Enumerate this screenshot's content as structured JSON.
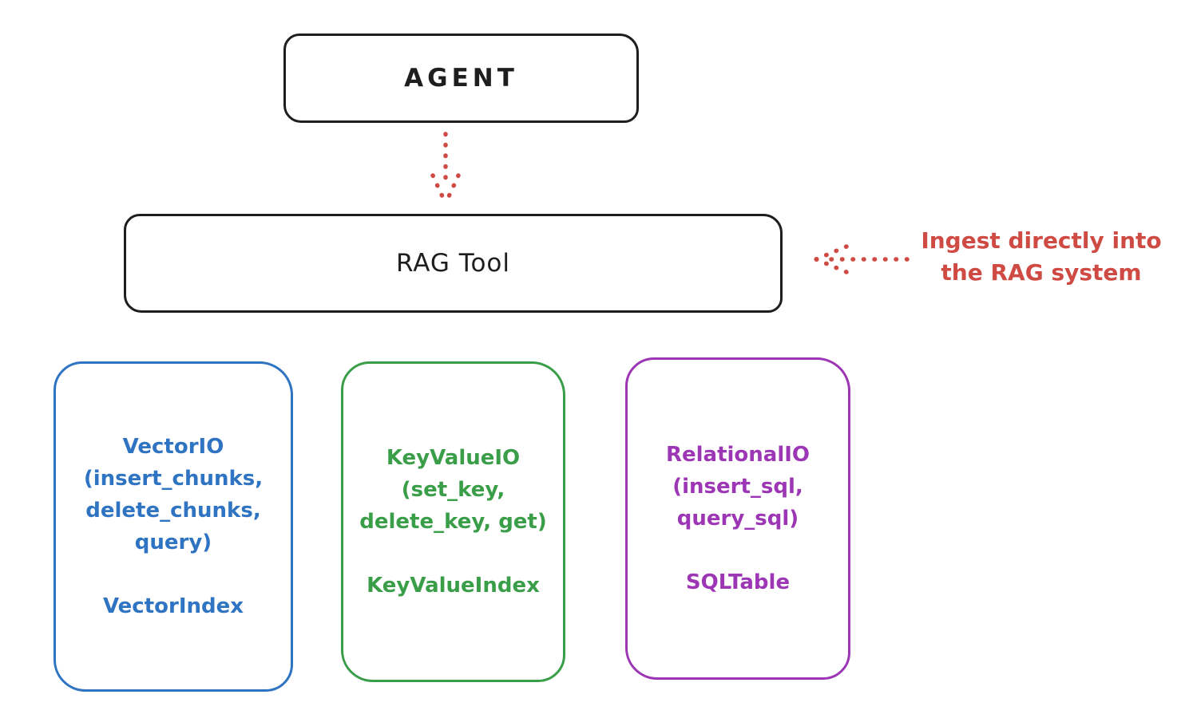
{
  "colors": {
    "black": "#1e1e1e",
    "red": "#d04a44",
    "blue": "#2f74c2",
    "green": "#3a9e49",
    "purple": "#9c36b5",
    "background": "#ffffff"
  },
  "nodes": {
    "agent": {
      "label": "AGENT"
    },
    "rag_tool": {
      "label": "RAG Tool"
    },
    "stores": [
      {
        "id": "vector-io",
        "color": "#2f74c2",
        "lines": [
          "VectorIO",
          "(insert_chunks,",
          "delete_chunks,",
          "query)"
        ],
        "index_label": "VectorIndex"
      },
      {
        "id": "keyvalue-io",
        "color": "#3a9e49",
        "lines": [
          "KeyValueIO",
          "(set_key,",
          "delete_key, get)"
        ],
        "index_label": "KeyValueIndex"
      },
      {
        "id": "relational-io",
        "color": "#9c36b5",
        "lines": [
          "RelationalIO",
          "(insert_sql,",
          "query_sql)"
        ],
        "index_label": "SQLTable"
      }
    ]
  },
  "annotation": {
    "line1": "Ingest directly into",
    "line2": "the RAG system"
  },
  "arrows": [
    {
      "id": "agent-to-ragtool",
      "style": "dotted",
      "direction": "down",
      "color": "#d04a44"
    },
    {
      "id": "annotation-to-ragtool",
      "style": "dotted",
      "direction": "left",
      "color": "#d04a44"
    }
  ]
}
